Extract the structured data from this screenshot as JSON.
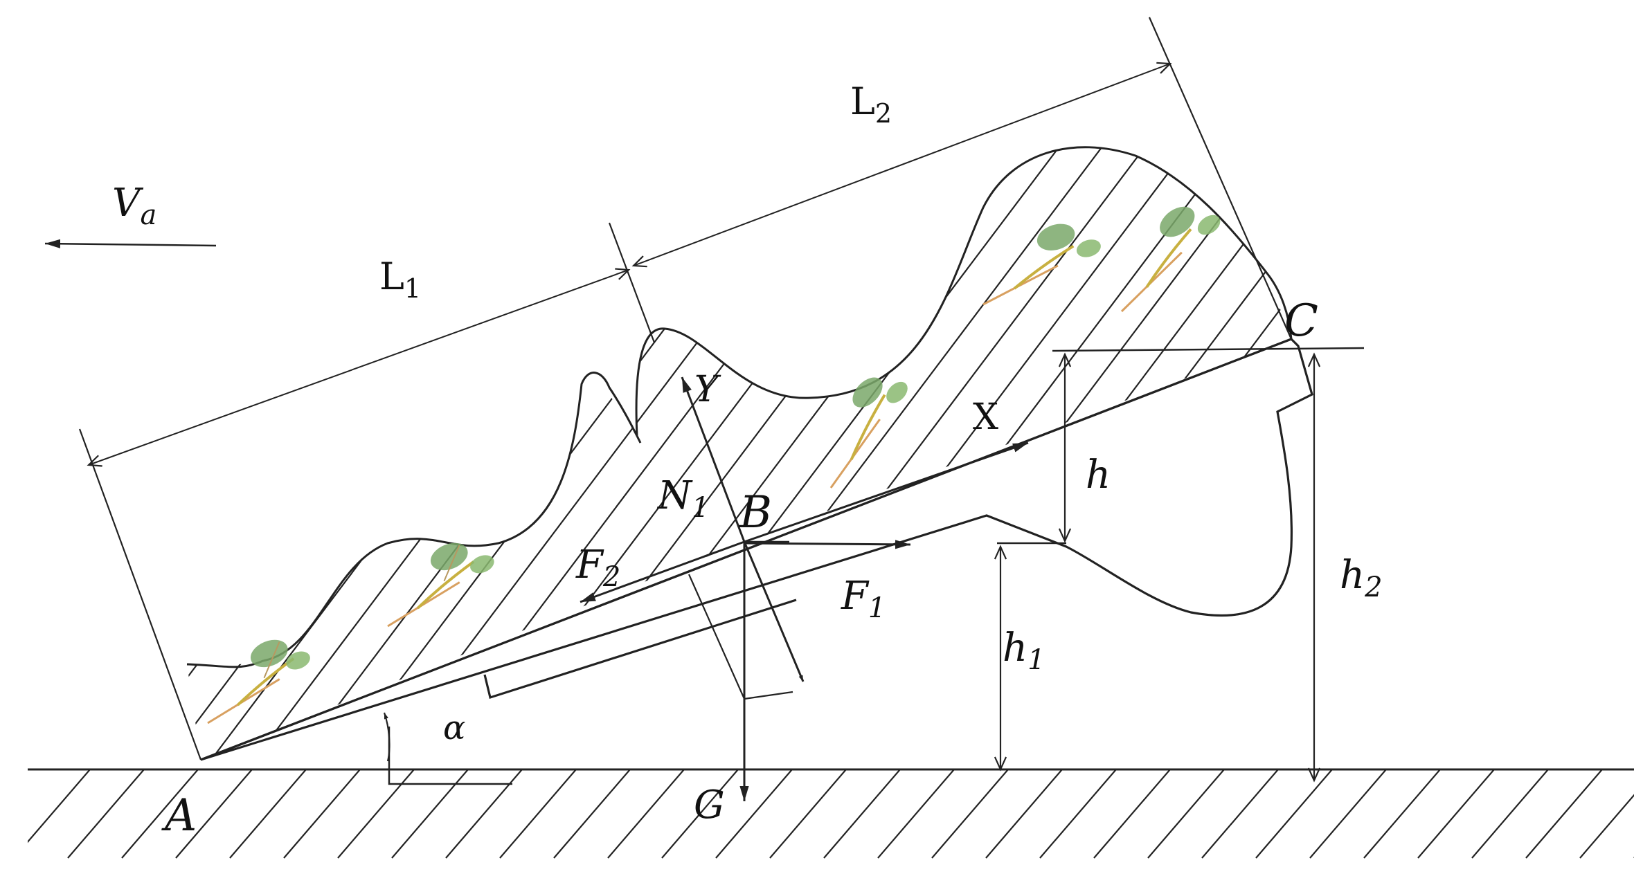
{
  "labels": {
    "va": "V",
    "va_sub": "a",
    "l1": "L",
    "l1_sub": "1",
    "l2": "L",
    "l2_sub": "2",
    "y_axis": "Y",
    "x_axis": "X",
    "n1": "N",
    "n1_sub": "1",
    "b": "B",
    "c": "C",
    "a": "A",
    "f2": "F",
    "f2_sub": "2",
    "f1": "F",
    "f1_sub": "1",
    "g": "G",
    "h": "h",
    "h1": "h",
    "h1_sub": "1",
    "h2": "h",
    "h2_sub": "2",
    "alpha": "α"
  }
}
